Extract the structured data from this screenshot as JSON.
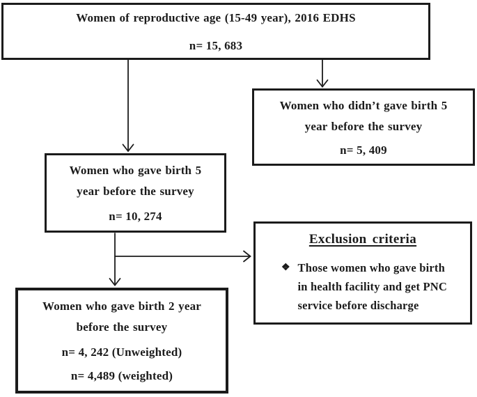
{
  "figure": {
    "background_color": "#ffffff",
    "line_color": "#1b1b1b",
    "text_color": "#1b1b1b"
  },
  "boxes": {
    "source": {
      "lines": [
        "Women of reproductive age (15-49 year), 2016 EDHS"
      ],
      "count": "n= 15, 683"
    },
    "no_birth_5yr": {
      "lines": [
        "Women who didn’t gave birth 5",
        "year before the survey"
      ],
      "count": "n= 5, 409"
    },
    "birth_5yr": {
      "lines": [
        "Women who gave birth 5",
        "year before the survey"
      ],
      "count": "n= 10, 274"
    },
    "exclusion": {
      "title": "Exclusion criteria",
      "bullet": "❖",
      "item_lines": [
        "Those women who gave birth",
        "in health facility and get PNC",
        "service before discharge"
      ]
    },
    "birth_2yr": {
      "lines": [
        "Women who gave birth 2 year",
        "before the survey"
      ],
      "counts": [
        "n= 4, 242 (Unweighted)",
        "n= 4,489 (weighted)"
      ]
    }
  }
}
